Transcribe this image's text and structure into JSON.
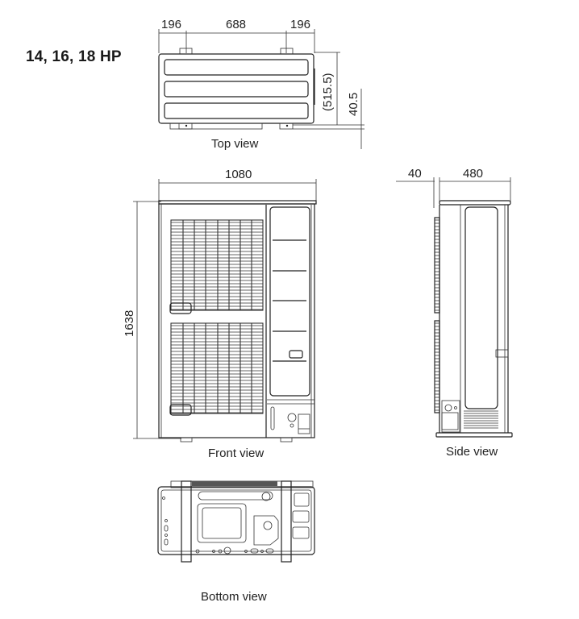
{
  "title": "14, 16, 18 HP",
  "views": {
    "top": {
      "label": "Top view",
      "dimensions": {
        "left_offset": "196",
        "center_span": "688",
        "right_offset": "196",
        "depth": "(515.5)",
        "foot_offset": "40.5"
      }
    },
    "front": {
      "label": "Front view",
      "dimensions": {
        "width": "1080",
        "height": "1638"
      }
    },
    "side": {
      "label": "Side view",
      "dimensions": {
        "grille_depth": "40",
        "depth": "480"
      }
    },
    "bottom": {
      "label": "Bottom view"
    }
  },
  "colors": {
    "line": "#222222",
    "background": "#ffffff"
  }
}
